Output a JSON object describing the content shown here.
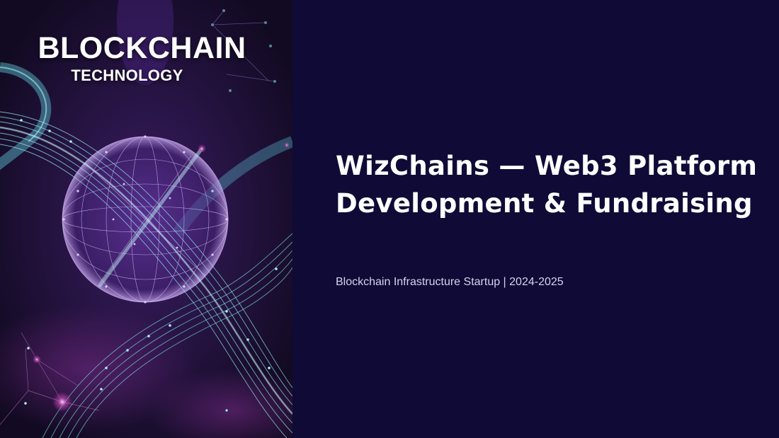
{
  "hero_image": {
    "title": "BLOCKCHAIN",
    "subtitle": "TECHNOLOGY",
    "description": "sphere-network-illustration"
  },
  "slide": {
    "title": "WizChains — Web3 Platform Development & Fundraising",
    "subtitle": "Blockchain Infrastructure Startup | 2024-2025"
  },
  "colors": {
    "panel_background": "#100a36",
    "title_text": "#ffffff",
    "subtitle_text": "#d6d2ee",
    "accent_cyan": "#7fe3e8",
    "accent_purple": "#9b5fd6"
  }
}
